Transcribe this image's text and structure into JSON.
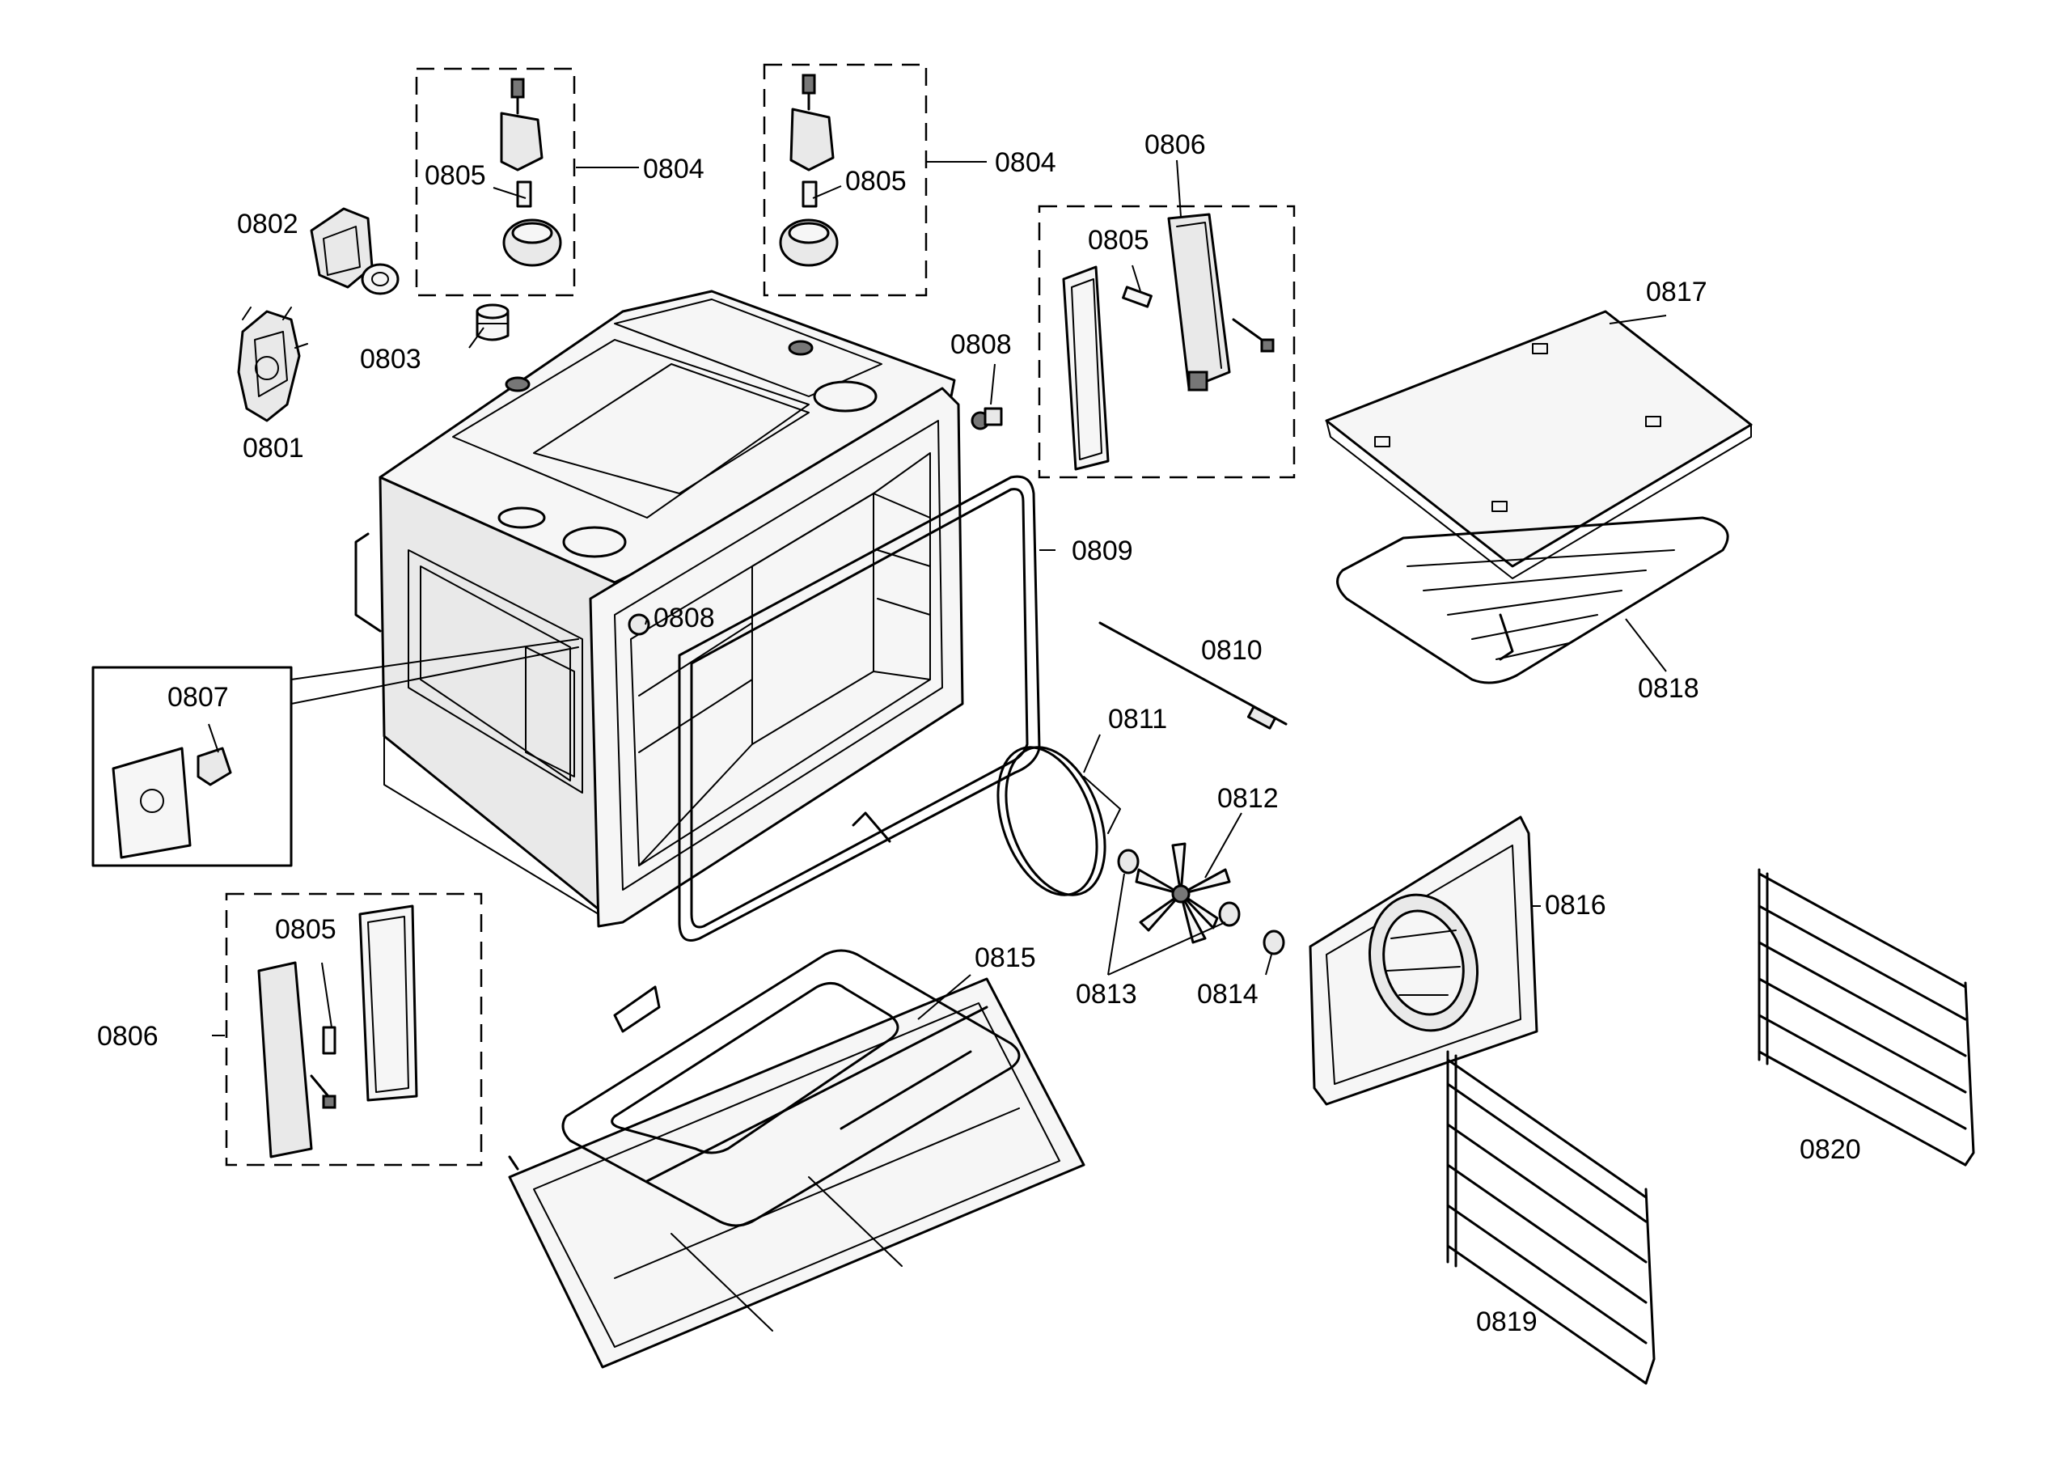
{
  "labels": {
    "p0801": "0801",
    "p0802": "0802",
    "p0803": "0803",
    "p0804a": "0804",
    "p0804b": "0804",
    "p0805a": "0805",
    "p0805b": "0805",
    "p0805c": "0805",
    "p0805d": "0805",
    "p0806a": "0806",
    "p0806b": "0806",
    "p0807": "0807",
    "p0808a": "0808",
    "p0808b": "0808",
    "p0809": "0809",
    "p0810": "0810",
    "p0811": "0811",
    "p0812": "0812",
    "p0813": "0813",
    "p0814": "0814",
    "p0815": "0815",
    "p0816": "0816",
    "p0817": "0817",
    "p0818": "0818",
    "p0819": "0819",
    "p0820": "0820"
  }
}
